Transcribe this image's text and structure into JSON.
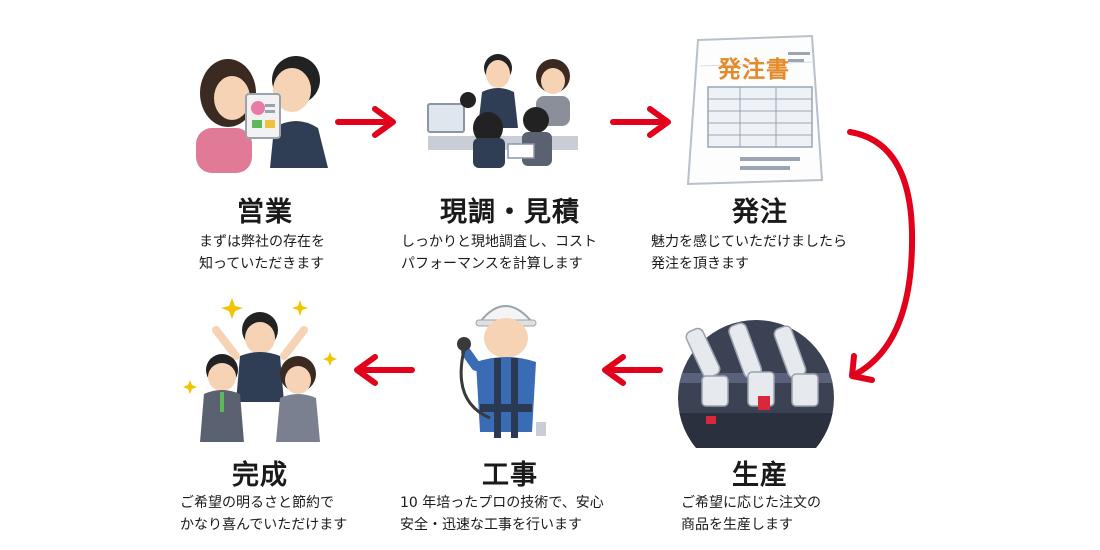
{
  "steps": [
    {
      "title": "営業",
      "line1": "まずは弊社の存在を",
      "line2": "知っていただきます"
    },
    {
      "title": "現調・見積",
      "line1": "しっかりと現地調査し、コスト",
      "line2": "パフォーマンスを計算します"
    },
    {
      "title": "発注",
      "line1": "魅力を感じていただけましたら",
      "line2": "発注を頂きます"
    },
    {
      "title": "生産",
      "line1": "ご希望に応じた注文の",
      "line2": "商品を生産します"
    },
    {
      "title": "工事",
      "line1": "10 年培ったプロの技術で、安心",
      "line2": "安全・迅速な工事を行います"
    },
    {
      "title": "完成",
      "line1": "ご希望の明るさと節約で",
      "line2": "かなり喜んでいただけます"
    }
  ],
  "order_form_label": "発注書",
  "colors": {
    "arrow": "#e3001b",
    "text": "#1a1a1a",
    "orange": "#e58a2a"
  }
}
